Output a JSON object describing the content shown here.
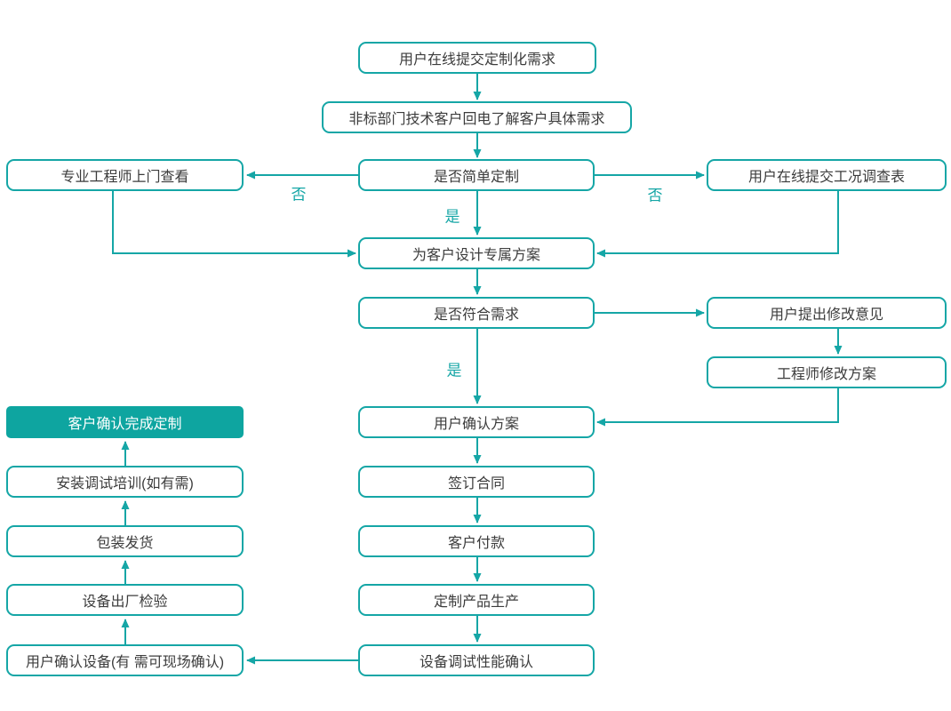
{
  "flowchart": {
    "colors": {
      "accent": "#15a6a6",
      "filled_node_bg": "#0ea5a0",
      "text": "#3c3c3c"
    },
    "nodes": {
      "submit_request": {
        "label": "用户在线提交定制化需求"
      },
      "callback": {
        "label": "非标部门技术客户回电了解客户具体需求"
      },
      "onsite_check": {
        "label": "专业工程师上门查看"
      },
      "simple_custom": {
        "label": "是否简单定制"
      },
      "condition_survey": {
        "label": "用户在线提交工况调查表"
      },
      "design_plan": {
        "label": "为客户设计专属方案"
      },
      "meets_needs": {
        "label": "是否符合需求"
      },
      "feedback": {
        "label": "用户提出修改意见"
      },
      "revise_plan": {
        "label": "工程师修改方案"
      },
      "confirm_done": {
        "label": "客户确认完成定制"
      },
      "confirm_plan": {
        "label": "用户确认方案"
      },
      "install_training": {
        "label": "安装调试培训(如有需)"
      },
      "sign_contract": {
        "label": "签订合同"
      },
      "packing_shipping": {
        "label": "包装发货"
      },
      "payment": {
        "label": "客户付款"
      },
      "factory_inspection": {
        "label": "设备出厂检验"
      },
      "production": {
        "label": "定制产品生产"
      },
      "confirm_equipment": {
        "label": "用户确认设备(有 需可现场确认)"
      },
      "debug_confirm": {
        "label": "设备调试性能确认"
      }
    },
    "branch_labels": {
      "no_left": "否",
      "yes_simple": "是",
      "no_right": "否",
      "yes_meets": "是"
    }
  }
}
